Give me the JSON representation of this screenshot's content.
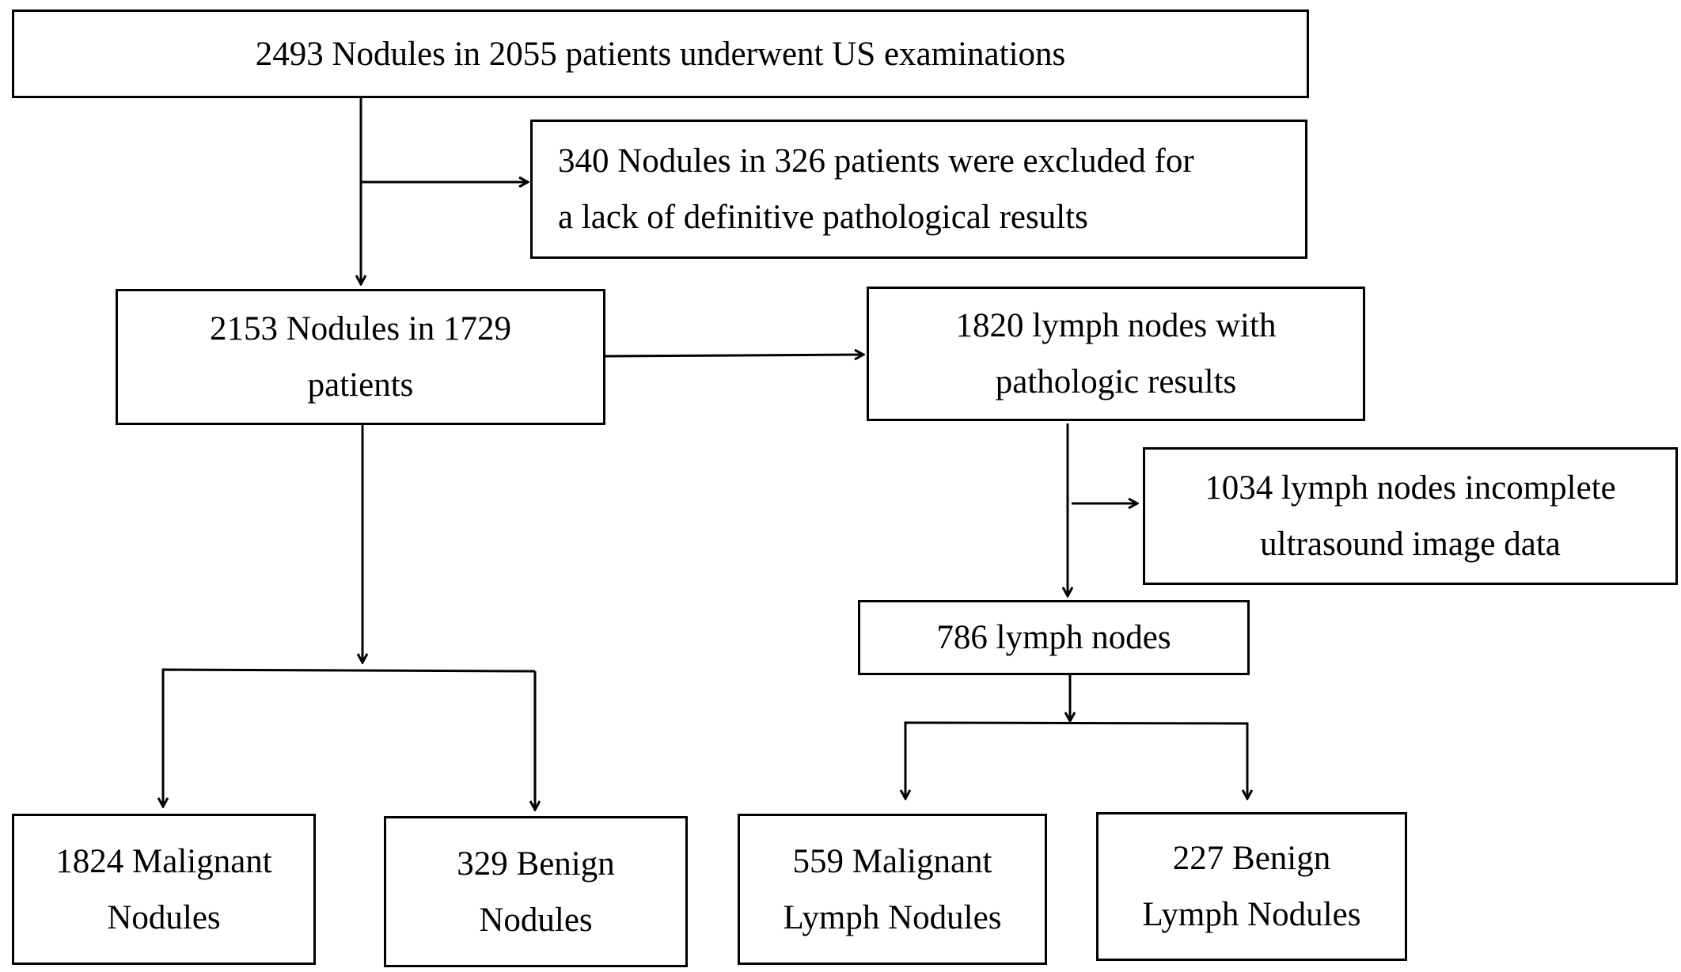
{
  "nodes": {
    "total": {
      "lines": [
        "2493 Nodules in 2055 patients underwent US examinations"
      ]
    },
    "excluded": {
      "lines": [
        "340 Nodules in 326 patients were excluded for",
        "a lack of definitive pathological results"
      ]
    },
    "included": {
      "lines": [
        "2153 Nodules in 1729",
        "patients"
      ]
    },
    "lymph_with_results": {
      "lines": [
        "1820 lymph nodes with",
        "pathologic results"
      ]
    },
    "lymph_incomplete": {
      "lines": [
        "1034 lymph nodes incomplete",
        "ultrasound image data"
      ]
    },
    "lymph_786": {
      "lines": [
        "786 lymph nodes"
      ]
    },
    "malignant_nodules": {
      "lines": [
        "1824 Malignant",
        "Nodules"
      ]
    },
    "benign_nodules": {
      "lines": [
        "329 Benign",
        "Nodules"
      ]
    },
    "malignant_lymph": {
      "lines": [
        "559 Malignant",
        "Lymph Nodules"
      ]
    },
    "benign_lymph": {
      "lines": [
        "227 Benign",
        "Lymph Nodules"
      ]
    }
  }
}
